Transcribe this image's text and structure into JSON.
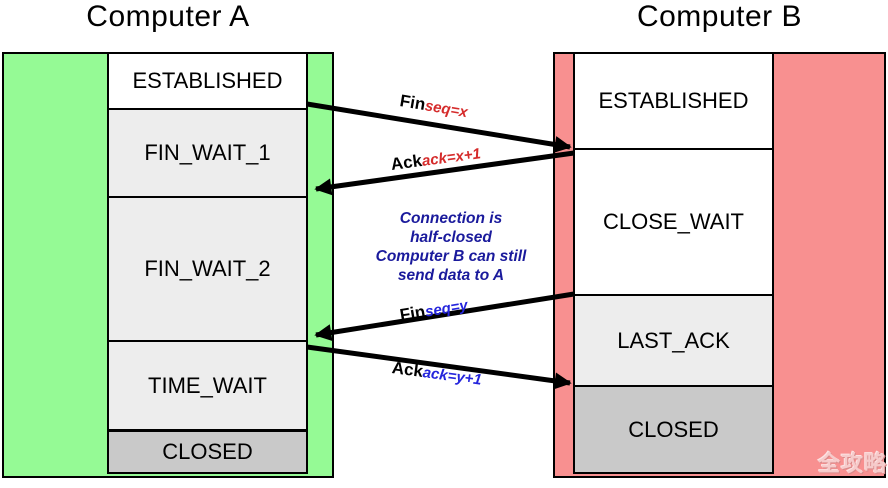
{
  "titles": {
    "a": "Computer A",
    "b": "Computer B"
  },
  "computer_a": {
    "states": [
      "ESTABLISHED",
      "FIN_WAIT_1",
      "FIN_WAIT_2",
      "TIME_WAIT",
      "CLOSED"
    ]
  },
  "computer_b": {
    "states": [
      "ESTABLISHED",
      "CLOSE_WAIT",
      "LAST_ACK",
      "CLOSED"
    ]
  },
  "messages": [
    {
      "flag": "Fin",
      "param": "seq=x",
      "from": "A",
      "to": "B"
    },
    {
      "flag": "Ack",
      "param": "ack=x+1",
      "from": "B",
      "to": "A"
    },
    {
      "flag": "Fin",
      "param": "seq=y",
      "from": "B",
      "to": "A"
    },
    {
      "flag": "Ack",
      "param": "ack=y+1",
      "from": "A",
      "to": "B"
    }
  ],
  "note": {
    "lines": [
      "Connection is",
      "half-closed",
      "Computer B can still",
      "send data to A"
    ]
  },
  "watermark": "全攻略",
  "colors": {
    "panel_a": "#95FA95",
    "panel_b": "#F89090",
    "state_light": "#EDEDED",
    "state_dark": "#C9C9C9",
    "seq_x_red": "#D52B2B",
    "seq_y_blue": "#2424DC",
    "note_blue": "#1A1A9C"
  }
}
